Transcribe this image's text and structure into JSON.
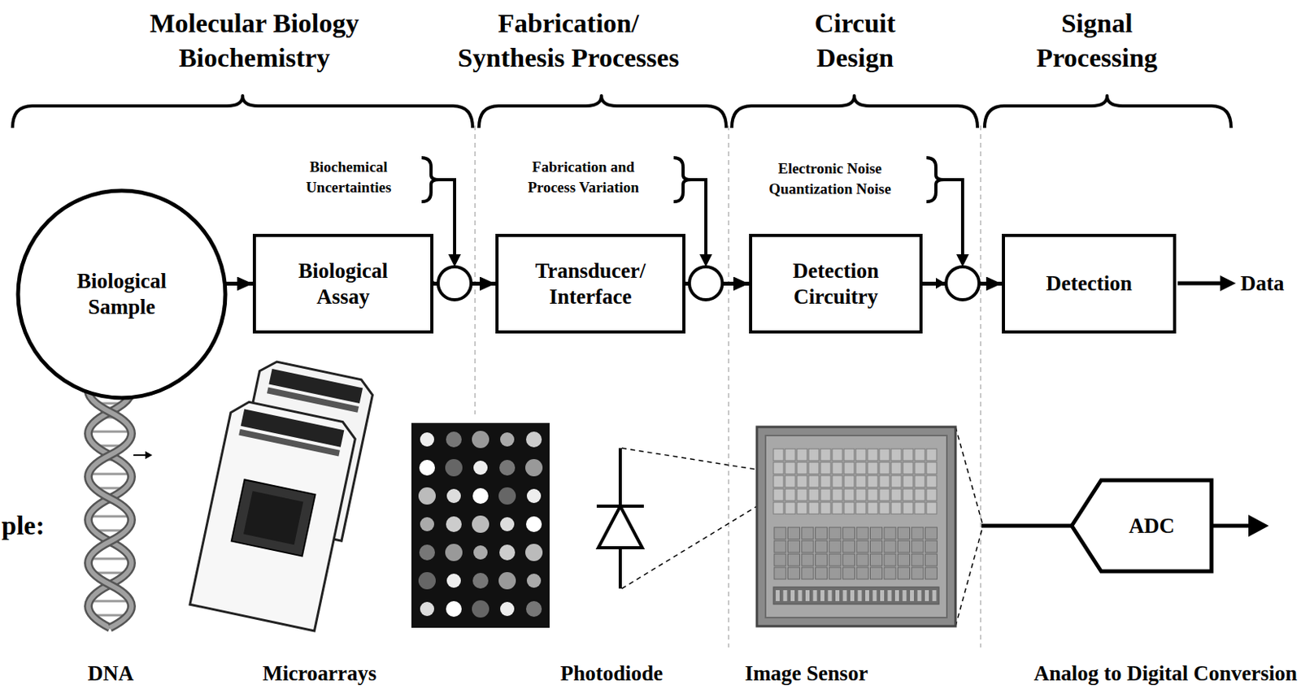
{
  "diagram": {
    "nodes": [
      {
        "text": [
          "Biological Sample"
        ]
      },
      {
        "text": [
          "Biological Assay"
        ]
      },
      {
        "text": [
          "Transducer/ Interface"
        ]
      },
      {
        "text": [
          "Detection Circuitry"
        ]
      },
      {
        "text": [
          "Detection"
        ]
      },
      {
        "text": [
          "ADC"
        ]
      }
    ],
    "edges": [
      {
        "from": 0,
        "to": 1,
        "arrow": "to"
      },
      {
        "from": 1,
        "to": 2,
        "arrow": "to"
      },
      {
        "from": 2,
        "to": 3,
        "arrow": "to"
      },
      {
        "from": 3,
        "to": 4,
        "arrow": "to"
      }
    ],
    "labels": [
      "Molecular Biology Biochemistry",
      "Fabrication/ Synthesis Processes",
      "Circuit Design",
      "Signal Processing",
      "Biochemical Uncertainties",
      "Fabrication and Process Variation",
      "Electronic Noise Quantization Noise",
      "Data",
      "ple:",
      "DNA",
      "Microarrays",
      "Photodiode",
      "Image Sensor",
      "Analog to Digital Conversion"
    ]
  }
}
